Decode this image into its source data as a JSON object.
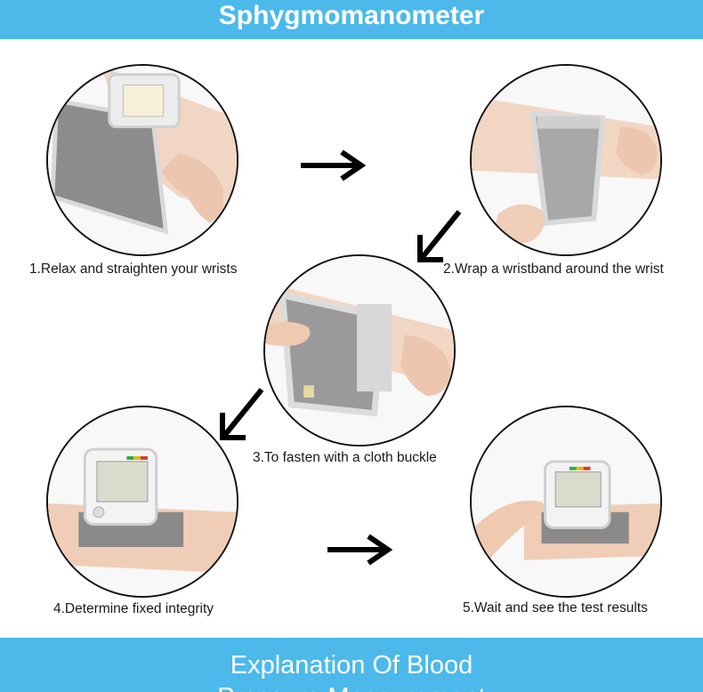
{
  "header": {
    "title": "Sphygmomanometer"
  },
  "steps": [
    {
      "caption": "1.Relax and straighten your wrists"
    },
    {
      "caption": "2.Wrap a wristband around the wrist"
    },
    {
      "caption": "3.To fasten with a cloth buckle"
    },
    {
      "caption": "4.Determine fixed integrity"
    },
    {
      "caption": "5.Wait and see the test results"
    }
  ],
  "footer": {
    "line1": "Explanation Of Blood",
    "line2": "Pressure Measurement"
  },
  "colors": {
    "banner": "#4cb9ea",
    "cuff": "#8d8d8d",
    "skin": "#f1d2bd"
  },
  "icons": [
    "arrow-right-icon",
    "arrow-down-left-icon"
  ]
}
